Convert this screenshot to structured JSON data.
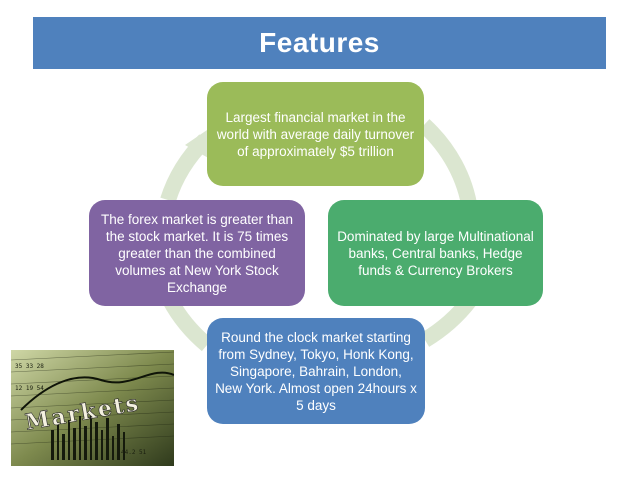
{
  "header": {
    "title": "Features"
  },
  "cycle": {
    "top": "Largest financial market in the world with average  daily turnover of approximately $5 trillion",
    "right": "Dominated by large Multinational banks, Central banks, Hedge funds & Currency Brokers",
    "bottom": "Round the clock  market starting from Sydney, Tokyo, Honk Kong, Singapore, Bahrain, London, New York. Almost  open 24hours x 5 days",
    "left": "The forex market is greater than the stock market. It is 75 times greater than the combined volumes at New York Stock Exchange"
  },
  "image": {
    "caption": "Markets"
  },
  "colors": {
    "header": "#4f81bd",
    "top": "#9bbb59",
    "right": "#4bac6e",
    "bottom": "#4f81bd",
    "left": "#8064a2",
    "ring": "#dbe6d0"
  }
}
